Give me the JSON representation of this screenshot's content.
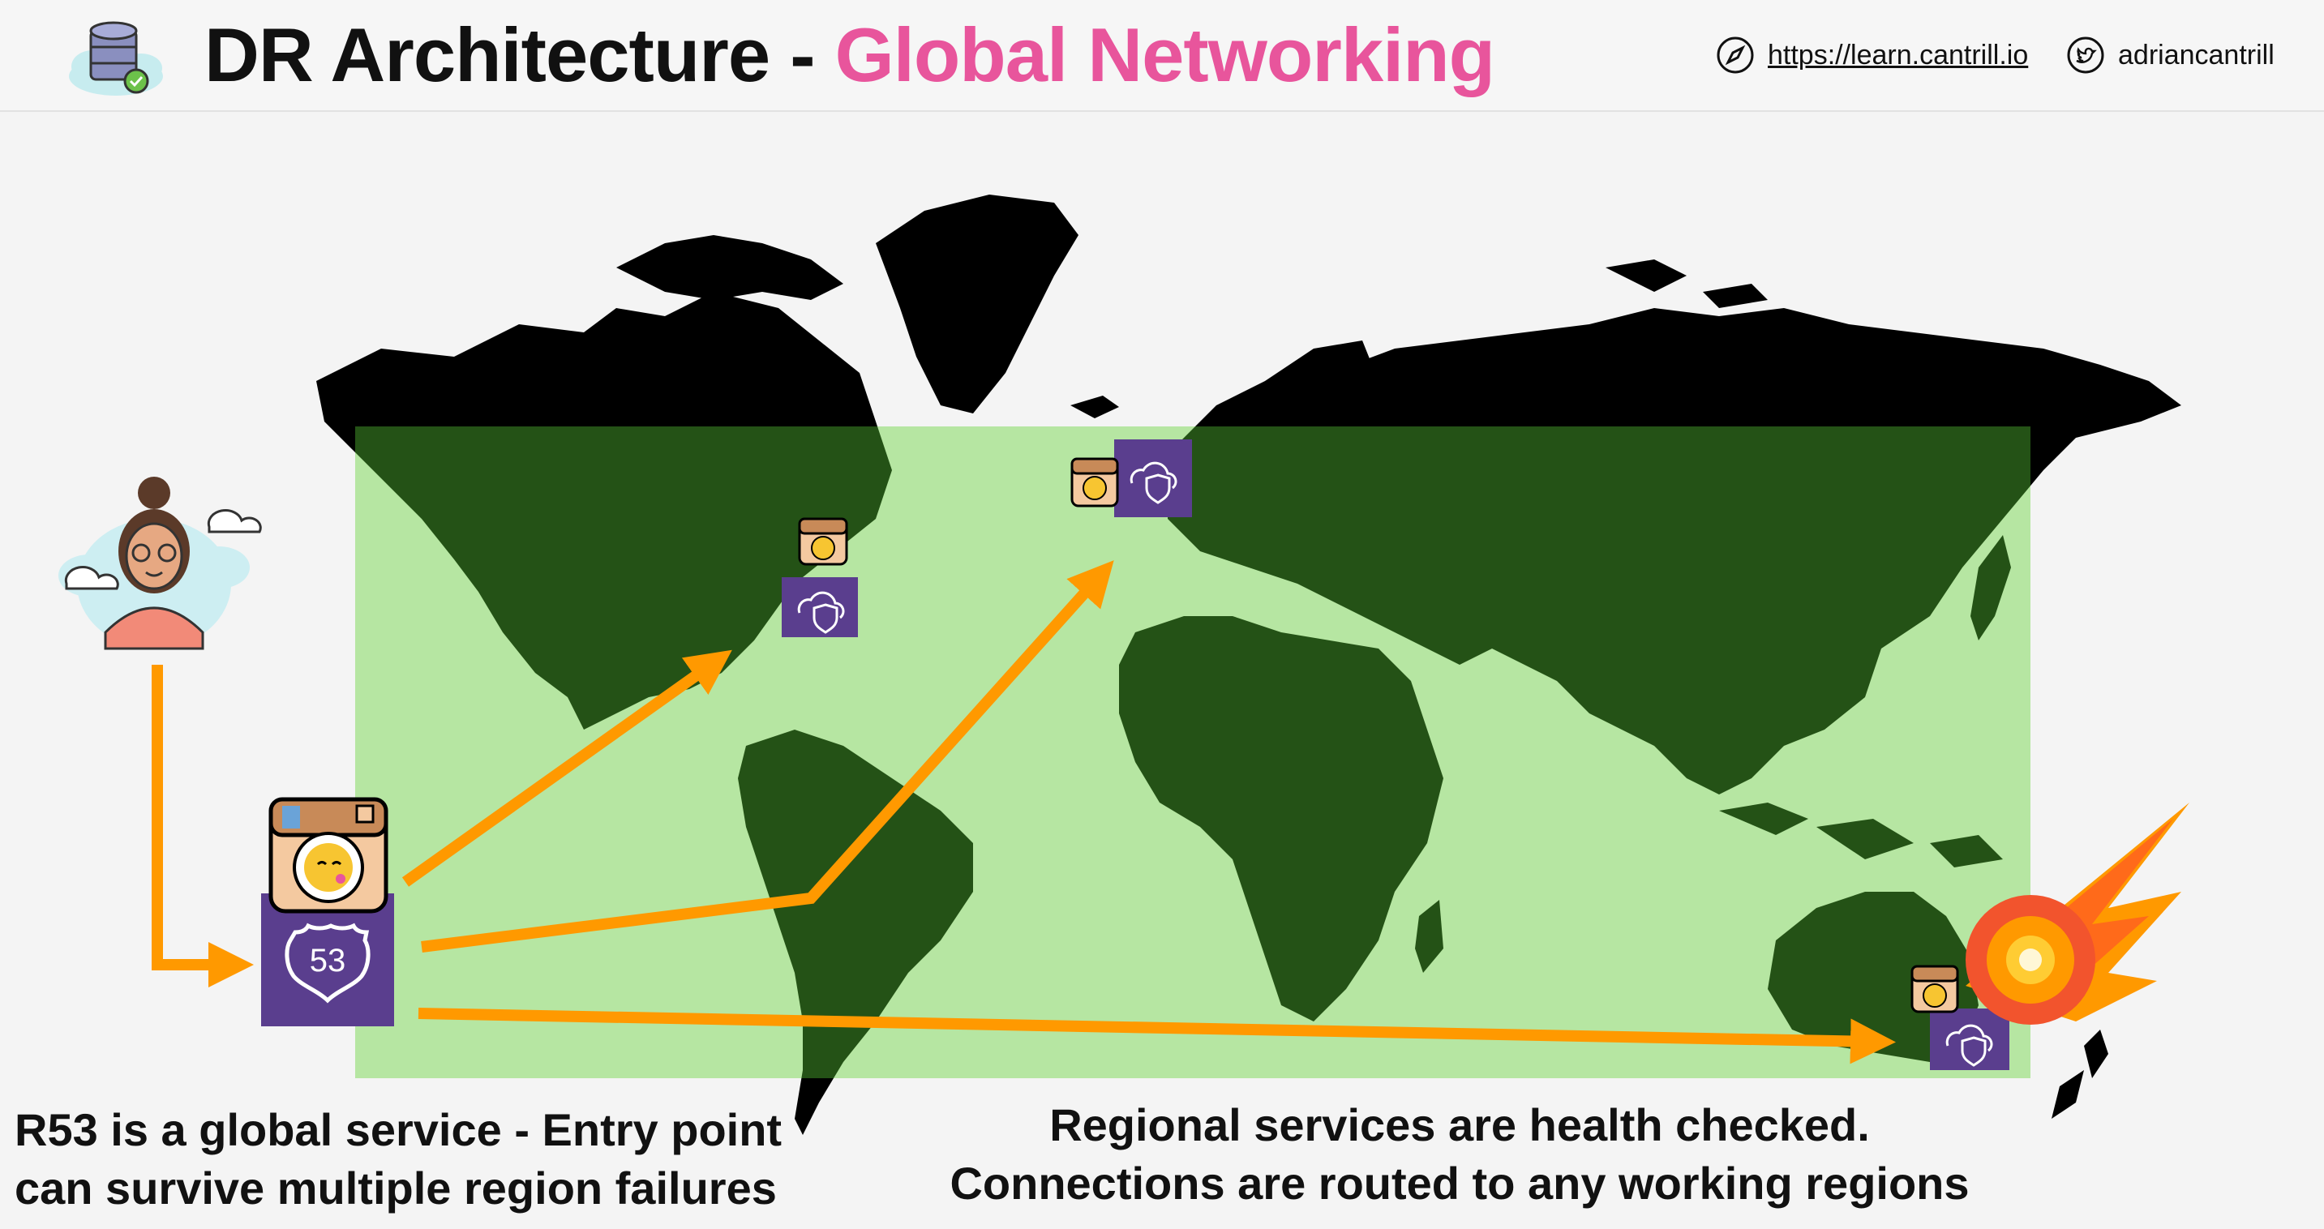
{
  "header": {
    "title_main": "DR Architecture - ",
    "title_accent": "Global Networking",
    "website": "https://learn.cantrill.io",
    "twitter": "adriancantrill"
  },
  "diagram": {
    "r53_label": "53",
    "left_caption_line1": "R53  is a global service - Entry point",
    "left_caption_line2": "can survive multiple region failures",
    "right_caption_line1": "Regional services are health checked.",
    "right_caption_line2": "Connections are routed to any working regions"
  },
  "colors": {
    "accent": "#e8559c",
    "arrow": "#ff9900",
    "region_box": "#5a3e8e",
    "land": "#245216",
    "highlight": "#b6e6a2"
  }
}
